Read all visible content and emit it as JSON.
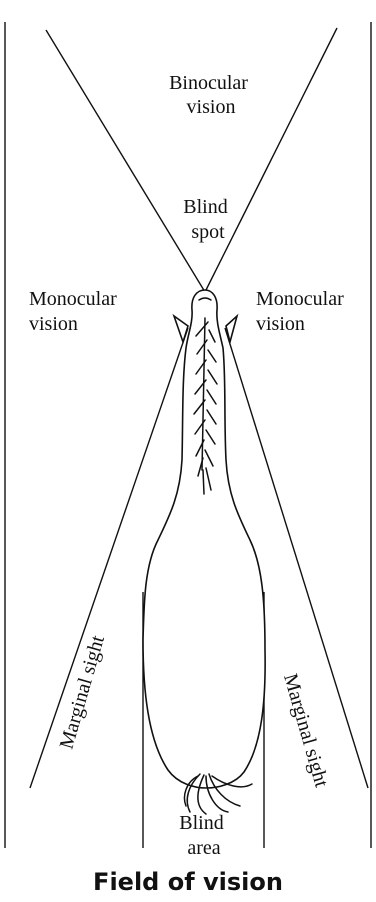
{
  "labels": {
    "binocular": [
      "Binocular",
      "vision"
    ],
    "blind_spot": [
      "Blind",
      "spot"
    ],
    "monocular_left": [
      "Monocular",
      "vision"
    ],
    "monocular_right": [
      "Monocular",
      "vision"
    ],
    "marginal_left": "Marginal sight",
    "marginal_right": "Marginal sight",
    "blind_area": [
      "Blind",
      "area"
    ]
  },
  "caption": "Field of vision"
}
